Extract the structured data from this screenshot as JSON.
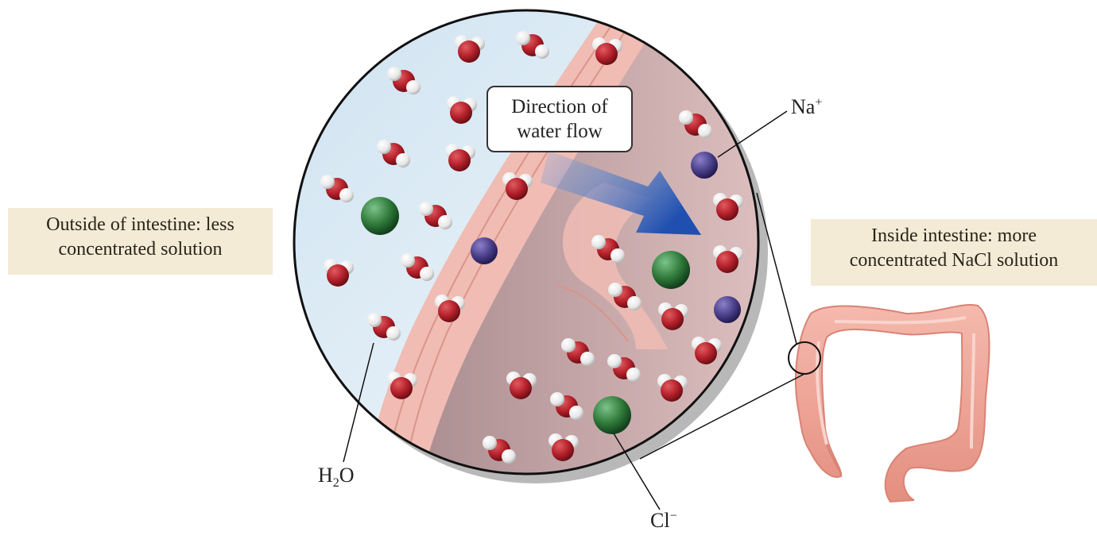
{
  "diagram": {
    "callout": {
      "line1": "Direction of",
      "line2": "water flow"
    },
    "outside_label": {
      "line1": "Outside of intestine: less",
      "line2": "concentrated solution"
    },
    "inside_label": {
      "line1": "Inside intestine: more",
      "line2": "concentrated NaCl solution"
    },
    "ions": {
      "sodium": {
        "base": "Na",
        "charge": "+"
      },
      "chloride": {
        "base": "Cl",
        "charge": "−"
      },
      "water": {
        "h": "H",
        "sub": "2",
        "o": "O"
      }
    },
    "colors": {
      "outside_fluid": "#dcecf6",
      "inside_fluid": "#b39a9c",
      "membrane": "#f0bcb4",
      "oxygen": "#b3202a",
      "hydrogen": "#f2f2f2",
      "sodium": "#4a3f8a",
      "chloride": "#2f7a3a",
      "arrow": "#2f5fb8",
      "label_box": "#f3ebd6",
      "intestine": "#f0a89a"
    }
  }
}
